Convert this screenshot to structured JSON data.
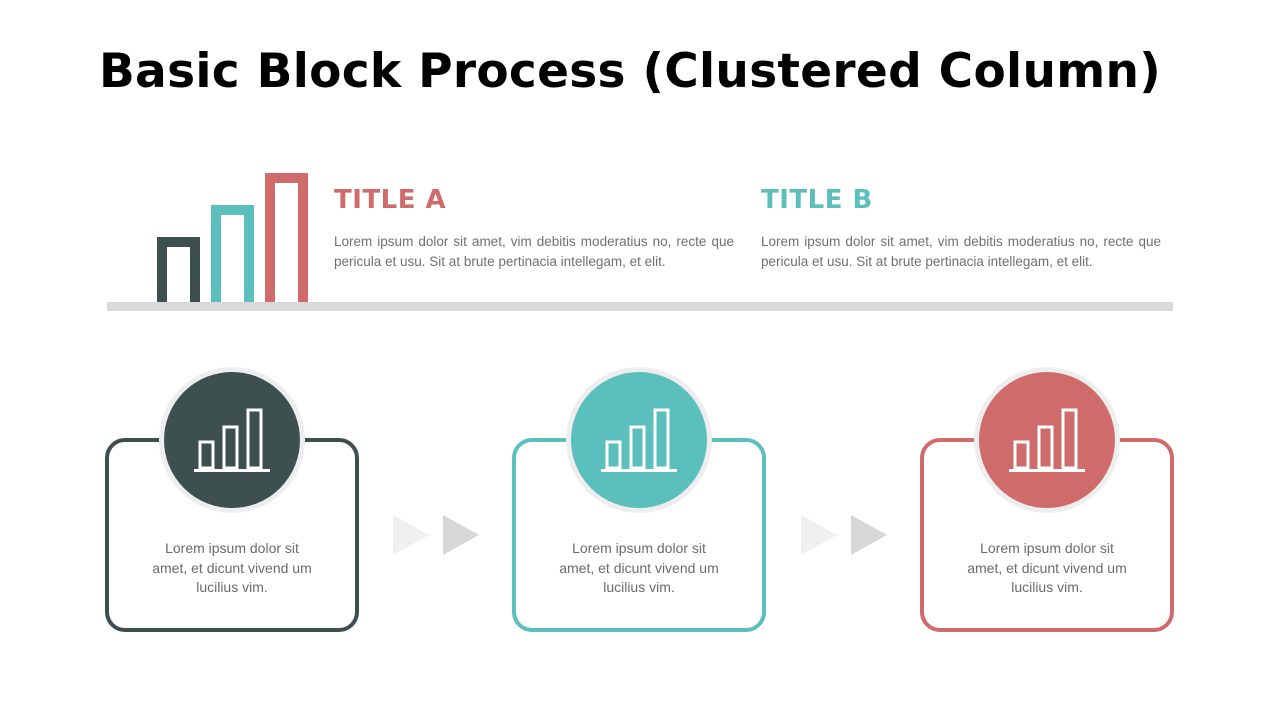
{
  "title": "Basic Block Process (Clustered Column)",
  "colors": {
    "dark": "#3e4f50",
    "teal": "#5bbfbd",
    "red": "#d06b6c",
    "line": "#d9d9d9",
    "arrow_light": "#f0f0f0",
    "arrow_dark": "#d7d7d7"
  },
  "titles": [
    {
      "heading": "TITLE A",
      "text": "Lorem ipsum dolor sit amet, vim debitis moderatius no, recte que pericula et usu. Sit at brute pertinacia intellegam, et elit."
    },
    {
      "heading": "TITLE B",
      "text": "Lorem ipsum dolor sit amet, vim debitis moderatius no, recte que pericula et usu. Sit at brute pertinacia intellegam, et elit."
    }
  ],
  "steps": [
    {
      "icon": "bar-chart-icon",
      "text": "Lorem ipsum dolor sit amet, et dicunt vivend um lucilius vim."
    },
    {
      "icon": "bar-chart-icon",
      "text": "Lorem ipsum dolor sit amet, et dicunt vivend um lucilius vim."
    },
    {
      "icon": "bar-chart-icon",
      "text": "Lorem ipsum dolor sit amet, et dicunt vivend um lucilius vim."
    }
  ]
}
